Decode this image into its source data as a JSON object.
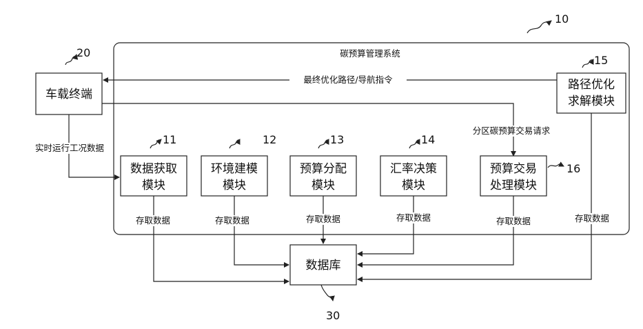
{
  "system": {
    "title": "碳预算管理系统",
    "ref": "10"
  },
  "modules": {
    "vehicle_terminal": {
      "lines": [
        "车载终端"
      ],
      "ref": "20"
    },
    "data_acquisition": {
      "lines": [
        "数据获取",
        "模块"
      ],
      "ref": "11"
    },
    "environment_modeling": {
      "lines": [
        "环境建模",
        "模块"
      ],
      "ref": "12"
    },
    "budget_allocation": {
      "lines": [
        "预算分配",
        "模块"
      ],
      "ref": "13"
    },
    "exchange_rate": {
      "lines": [
        "汇率决策",
        "模块"
      ],
      "ref": "14"
    },
    "budget_trading": {
      "lines": [
        "预算交易",
        "处理模块"
      ],
      "ref": "16"
    },
    "route_optimization": {
      "lines": [
        "路径优化",
        "求解模块"
      ],
      "ref": "15"
    },
    "database": {
      "lines": [
        "数据库"
      ],
      "ref": "30"
    }
  },
  "flows": {
    "final_route": "最终优化路径/导航指令",
    "realtime_data": "实时运行工况数据",
    "zone_request": "分区碳预算交易请求",
    "access_data": "存取数据"
  }
}
